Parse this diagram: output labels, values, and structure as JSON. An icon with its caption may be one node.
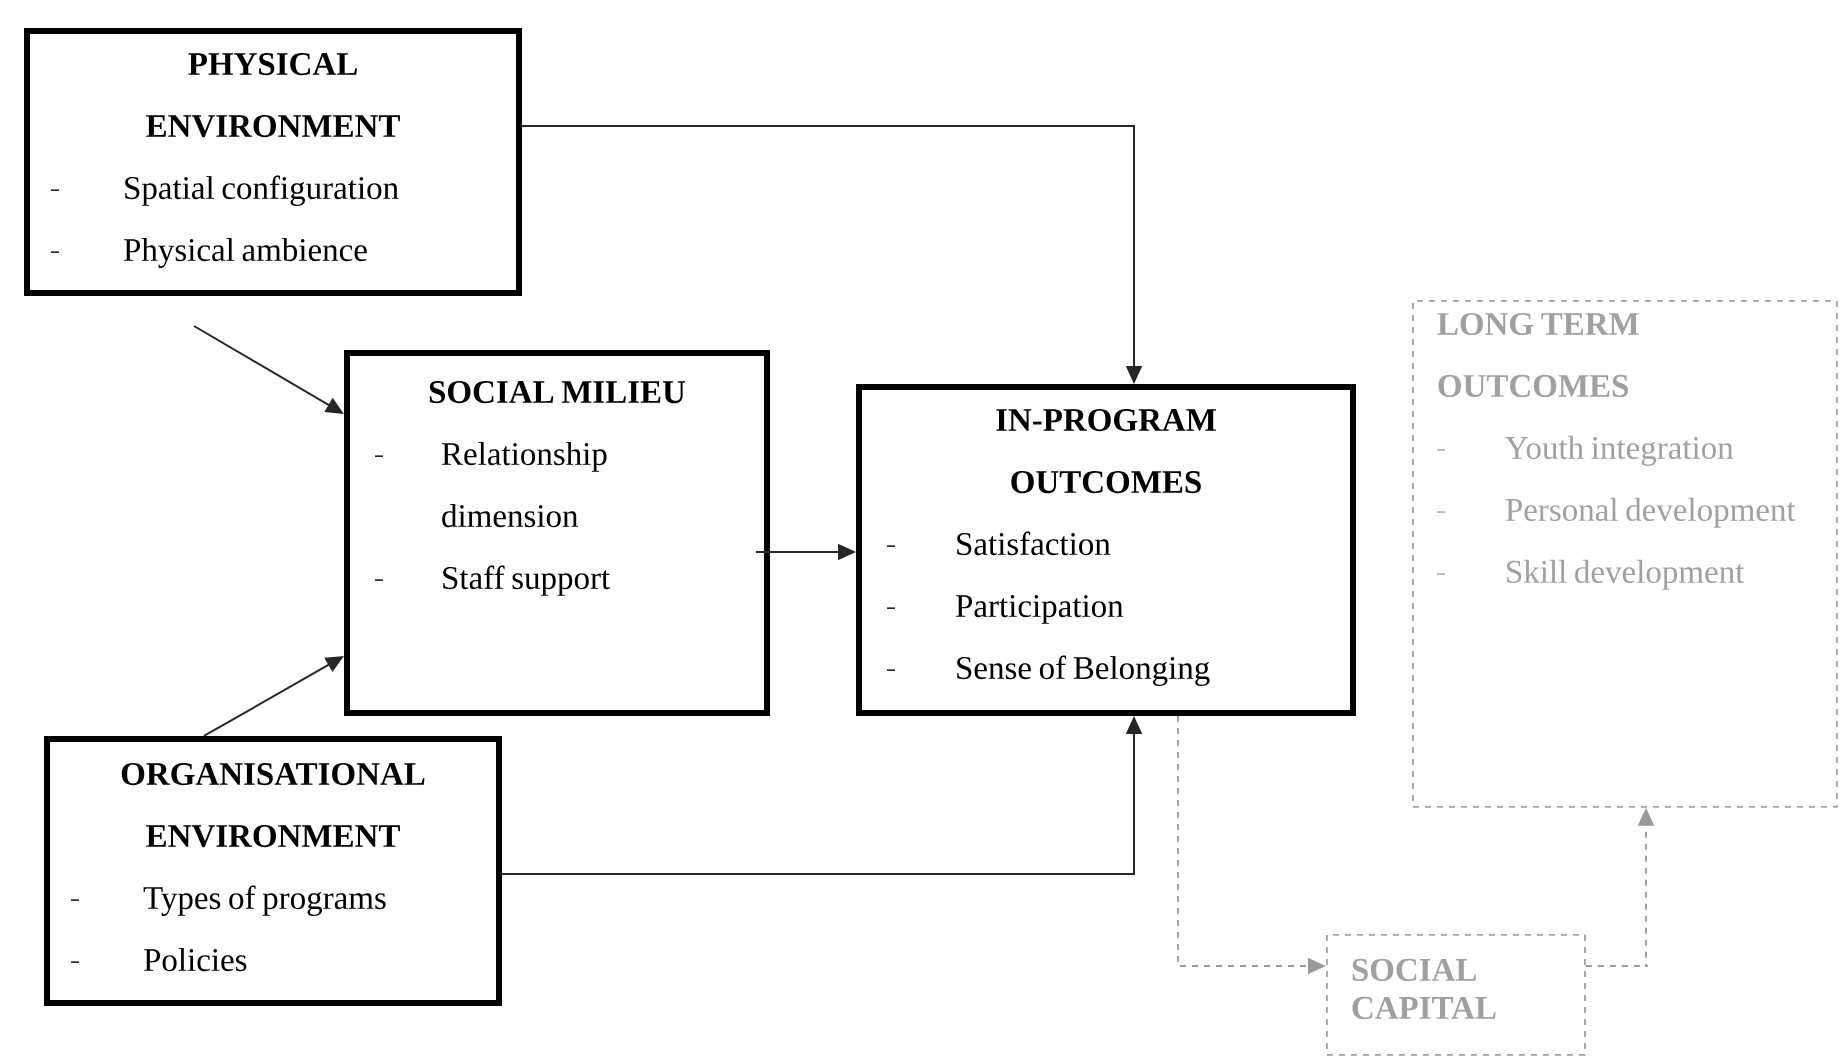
{
  "diagram": {
    "nodes": [
      {
        "text": [
          "PHYSICAL ENVIRONMENT",
          "Spatial configuration",
          "Physical ambience"
        ]
      },
      {
        "text": [
          "SOCIAL MILIEU",
          "Relationship dimension",
          "Staff support"
        ]
      },
      {
        "text": [
          "IN-PROGRAM OUTCOMES",
          "Satisfaction",
          "Participation",
          "Sense of Belonging"
        ]
      },
      {
        "text": [
          "LONG TERM OUTCOMES",
          "Youth integration",
          "Personal development",
          "Skill development"
        ]
      },
      {
        "text": [
          "ORGANISATIONAL ENVIRONMENT",
          "Types of programs",
          "Policies"
        ]
      },
      {
        "text": [
          "SOCIAL CAPITAL"
        ]
      }
    ],
    "edges": [
      {
        "from": 0,
        "to": 2,
        "arrow": "to"
      },
      {
        "from": 0,
        "to": 1,
        "arrow": "to"
      },
      {
        "from": 4,
        "to": 1,
        "arrow": "to"
      },
      {
        "from": 1,
        "to": 2,
        "arrow": "to"
      },
      {
        "from": 4,
        "to": 2,
        "arrow": "to"
      },
      {
        "from": 2,
        "to": 5,
        "arrow": "to",
        "style": "dashed",
        "color": "#999999"
      },
      {
        "from": 5,
        "to": 3,
        "arrow": "to",
        "style": "dashed",
        "color": "#999999"
      }
    ]
  }
}
